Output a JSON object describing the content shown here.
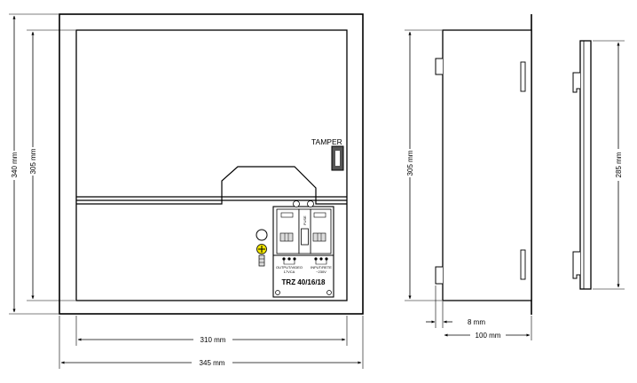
{
  "front_view": {
    "dimensions": {
      "height_outer": "340 mm",
      "height_inner": "305 mm",
      "width_inner": "310 mm",
      "width_outer": "345 mm"
    },
    "tamper_label": "TAMPER",
    "transformer": {
      "model": "TRZ 40/16/18",
      "fuse_label": "FUSE",
      "output_label": "OUTPUT/VIDEO",
      "output_voltage": "17VCA",
      "input_label": "INPUT/RETE",
      "input_voltage": "~230V"
    }
  },
  "side_view": {
    "dimensions": {
      "height": "305 mm",
      "wall_thickness": "8 mm",
      "depth": "100 mm"
    }
  },
  "back_view": {
    "dimensions": {
      "height": "285 mm"
    }
  },
  "colors": {
    "line": "#000000",
    "fill": "#ffffff",
    "tamper_fill": "#555555",
    "terminal_fill": "#dddddd",
    "ground_fill": "#f2e600"
  }
}
